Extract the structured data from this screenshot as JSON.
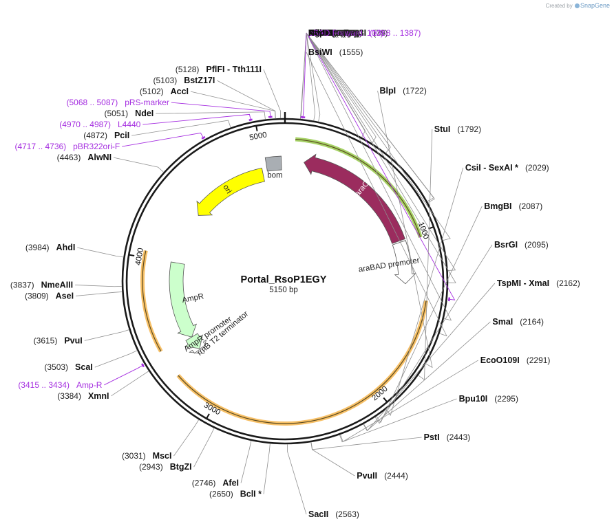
{
  "credit": {
    "prefix": "Created by",
    "brand": "SnapGene"
  },
  "plasmid": {
    "name": "Portal_RsoP1EGY",
    "size_label": "5150 bp",
    "length": 5150
  },
  "ticks": [
    "1000",
    "2000",
    "3000",
    "4000",
    "5000"
  ],
  "enzymes": [
    {
      "name": "PfoI",
      "pos": "(77)",
      "bp": 77,
      "side": "R"
    },
    {
      "name": "BsmBI  -  Esp3I",
      "pos": "(79)",
      "bp": 79,
      "side": "R"
    },
    {
      "name": "MauBI",
      "pos": "(145)",
      "bp": 145,
      "side": "R"
    },
    {
      "name": "NsiI",
      "pos": "(169)",
      "bp": 169,
      "side": "R"
    },
    {
      "name": "BsaBI",
      "pos": "(401)",
      "bp": 401,
      "side": "R"
    },
    {
      "name": "AflII",
      "pos": "(461)",
      "bp": 461,
      "side": "R"
    },
    {
      "name": "EcoRV",
      "pos": "(546)",
      "bp": 546,
      "side": "R"
    },
    {
      "name": "NruI",
      "pos": "(868)",
      "bp": 868,
      "side": "R"
    },
    {
      "name": "BspEI",
      "pos": "(875)",
      "bp": 875,
      "side": "R"
    },
    {
      "name": "PflMI",
      "pos": "(1080)",
      "bp": 1080,
      "side": "R"
    },
    {
      "name": "AgeI",
      "pos": "(1234)",
      "bp": 1234,
      "side": "R"
    },
    {
      "name": "MluI",
      "pos": "(1295)",
      "bp": 1295,
      "side": "R"
    },
    {
      "name": "NcoI",
      "pos": "(1477)",
      "bp": 1477,
      "side": "R"
    },
    {
      "name": "BsiWI",
      "pos": "(1555)",
      "bp": 1555,
      "side": "R"
    },
    {
      "name": "BlpI",
      "pos": "(1722)",
      "bp": 1722,
      "side": "R"
    },
    {
      "name": "StuI",
      "pos": "(1792)",
      "bp": 1792,
      "side": "R"
    },
    {
      "name": "CsiI  -  SexAI *",
      "pos": "(2029)",
      "bp": 2029,
      "side": "R"
    },
    {
      "name": "BmgBI",
      "pos": "(2087)",
      "bp": 2087,
      "side": "R"
    },
    {
      "name": "BsrGI",
      "pos": "(2095)",
      "bp": 2095,
      "side": "R"
    },
    {
      "name": "TspMI  -  XmaI",
      "pos": "(2162)",
      "bp": 2162,
      "side": "R"
    },
    {
      "name": "SmaI",
      "pos": "(2164)",
      "bp": 2164,
      "side": "R"
    },
    {
      "name": "EcoO109I",
      "pos": "(2291)",
      "bp": 2291,
      "side": "R"
    },
    {
      "name": "Bpu10I",
      "pos": "(2295)",
      "bp": 2295,
      "side": "R"
    },
    {
      "name": "PstI",
      "pos": "(2443)",
      "bp": 2443,
      "side": "R"
    },
    {
      "name": "PvuII",
      "pos": "(2444)",
      "bp": 2444,
      "side": "R"
    },
    {
      "name": "SacII",
      "pos": "(2563)",
      "bp": 2563,
      "side": "R"
    },
    {
      "name": "BclI *",
      "pos": "(2650)",
      "bp": 2650,
      "side": "L"
    },
    {
      "name": "AfeI",
      "pos": "(2746)",
      "bp": 2746,
      "side": "L"
    },
    {
      "name": "BtgZI",
      "pos": "(2943)",
      "bp": 2943,
      "side": "L"
    },
    {
      "name": "MscI",
      "pos": "(3031)",
      "bp": 3031,
      "side": "L"
    },
    {
      "name": "XmnI",
      "pos": "(3384)",
      "bp": 3384,
      "side": "L"
    },
    {
      "name": "ScaI",
      "pos": "(3503)",
      "bp": 3503,
      "side": "L"
    },
    {
      "name": "PvuI",
      "pos": "(3615)",
      "bp": 3615,
      "side": "L"
    },
    {
      "name": "AseI",
      "pos": "(3809)",
      "bp": 3809,
      "side": "L"
    },
    {
      "name": "NmeAIII",
      "pos": "(3837)",
      "bp": 3837,
      "side": "L"
    },
    {
      "name": "AhdI",
      "pos": "(3984)",
      "bp": 3984,
      "side": "L"
    },
    {
      "name": "AlwNI",
      "pos": "(4463)",
      "bp": 4463,
      "side": "L"
    },
    {
      "name": "PciI",
      "pos": "(4872)",
      "bp": 4872,
      "side": "L"
    },
    {
      "name": "NdeI",
      "pos": "(5051)",
      "bp": 5051,
      "side": "L"
    },
    {
      "name": "AccI",
      "pos": "(5102)",
      "bp": 5102,
      "side": "L"
    },
    {
      "name": "BstZ17I",
      "pos": "(5103)",
      "bp": 5103,
      "side": "L"
    },
    {
      "name": "PflFI  -  Tth111I",
      "pos": "(5128)",
      "bp": 5128,
      "side": "L"
    }
  ],
  "primers": [
    {
      "name": "pGEX 3'",
      "range": "(78 .. 100)",
      "start": 78,
      "end": 100,
      "side": "R"
    },
    {
      "name": "pBAD Forward",
      "range": "(1368 .. 1387)",
      "start": 1368,
      "end": 1387,
      "side": "R"
    },
    {
      "name": "Amp-R",
      "range": "(3415 .. 3434)",
      "start": 3415,
      "end": 3434,
      "side": "L"
    },
    {
      "name": "pBR322ori-F",
      "range": "(4717 .. 4736)",
      "start": 4717,
      "end": 4736,
      "side": "L"
    },
    {
      "name": "L4440",
      "range": "(4970 .. 4987)",
      "start": 4970,
      "end": 4987,
      "side": "L"
    },
    {
      "name": "pRS-marker",
      "range": "(5068 .. 5087)",
      "start": 5068,
      "end": 5087,
      "side": "L"
    }
  ],
  "features": [
    {
      "name": "araC",
      "start": 130,
      "end": 1010,
      "dir": "ccw",
      "color": "#9b2c5e",
      "label_color": "#ffffff"
    },
    {
      "name": "araBAD promoter",
      "start": 1020,
      "end": 1305,
      "dir": "cw",
      "color": "#ffffff",
      "label_color": "#222222"
    },
    {
      "name": "ori",
      "start": 4395,
      "end": 4985,
      "dir": "ccw",
      "color": "#ffff00",
      "label_color": "#222222"
    },
    {
      "name": "AmpR",
      "start": 3420,
      "end": 4000,
      "dir": "ccw",
      "color": "#ccffcc",
      "label_color": "#222222"
    },
    {
      "name": "AmpR promoter",
      "start": 3315,
      "end": 3420,
      "dir": "ccw",
      "color": "#ccffcc",
      "label_color": "#222222"
    },
    {
      "name": "rrnB T2 terminator",
      "start": 3265,
      "end": 3310,
      "dir": "ccw",
      "color": "#ffffff",
      "label_color": "#222222"
    },
    {
      "name": "bom",
      "start": 5020,
      "end": 5125,
      "dir": "none",
      "color": "#a9aeb3",
      "label_color": "#222222"
    }
  ],
  "orf_arcs": [
    {
      "start": 60,
      "end": 1030,
      "color": "#8ec63f"
    },
    {
      "start": 1400,
      "end": 3270,
      "color": "#f5b041"
    },
    {
      "start": 3440,
      "end": 4040,
      "color": "#f5b041"
    }
  ]
}
